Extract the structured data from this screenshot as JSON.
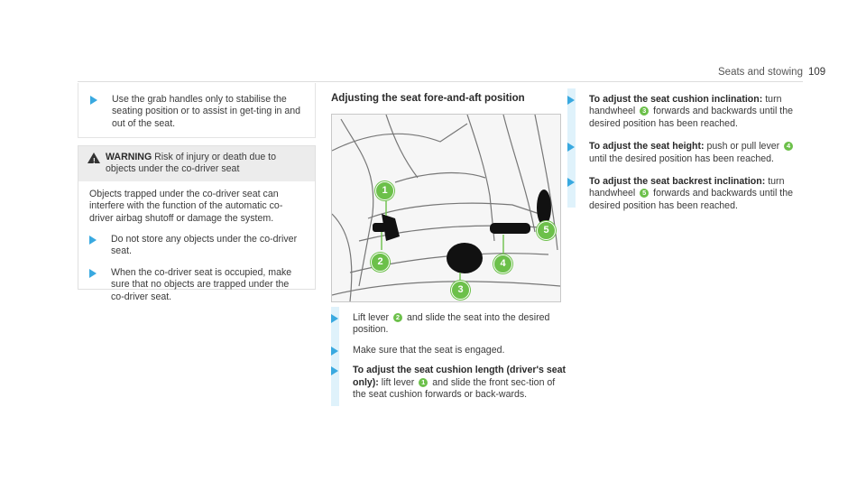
{
  "header": {
    "section": "Seats and stowing",
    "page": "109"
  },
  "col1": {
    "step1": "Use the grab handles only to stabilise the seating position or to assist in get-ting in and out of the seat.",
    "warning": {
      "title": "WARNING",
      "title_rest": "Risk of injury or death due to objects under the co-driver seat",
      "body": "Objects trapped under the co-driver seat can interfere with the function of the automatic co-driver airbag shutoff or damage the system.",
      "step1": "Do not store any objects under the co-driver seat.",
      "step2": "When the co-driver seat is occupied, make sure that no objects are trapped under the co-driver seat."
    }
  },
  "col2": {
    "heading": "Adjusting the seat fore-and-aft position",
    "callouts": [
      "1",
      "2",
      "3",
      "4",
      "5"
    ],
    "step1_a": "Lift lever",
    "step1_num": "2",
    "step1_b": "and slide the seat into the desired position.",
    "step2": "Make sure that the seat is engaged.",
    "step3_bold": "To adjust the seat cushion length (driver's seat only):",
    "step3_a": "lift lever",
    "step3_num": "1",
    "step3_b": "and slide the front sec-tion of the seat cushion forwards or back-wards."
  },
  "col3": {
    "s1_bold": "To adjust the seat cushion inclination:",
    "s1_a": "turn handwheel",
    "s1_num": "3",
    "s1_b": "forwards and backwards until the desired position has been reached.",
    "s2_bold": "To adjust the seat height:",
    "s2_a": "push or pull lever",
    "s2_num": "4",
    "s2_b": "until the desired position has been reached.",
    "s3_bold": "To adjust the seat backrest inclination:",
    "s3_a": "turn handwheel",
    "s3_num": "5",
    "s3_b": "forwards and backwards until the desired position has been reached."
  },
  "colors": {
    "accent": "#39a9e0",
    "callout": "#6cc04a",
    "sidebar": "#dff2fb"
  }
}
